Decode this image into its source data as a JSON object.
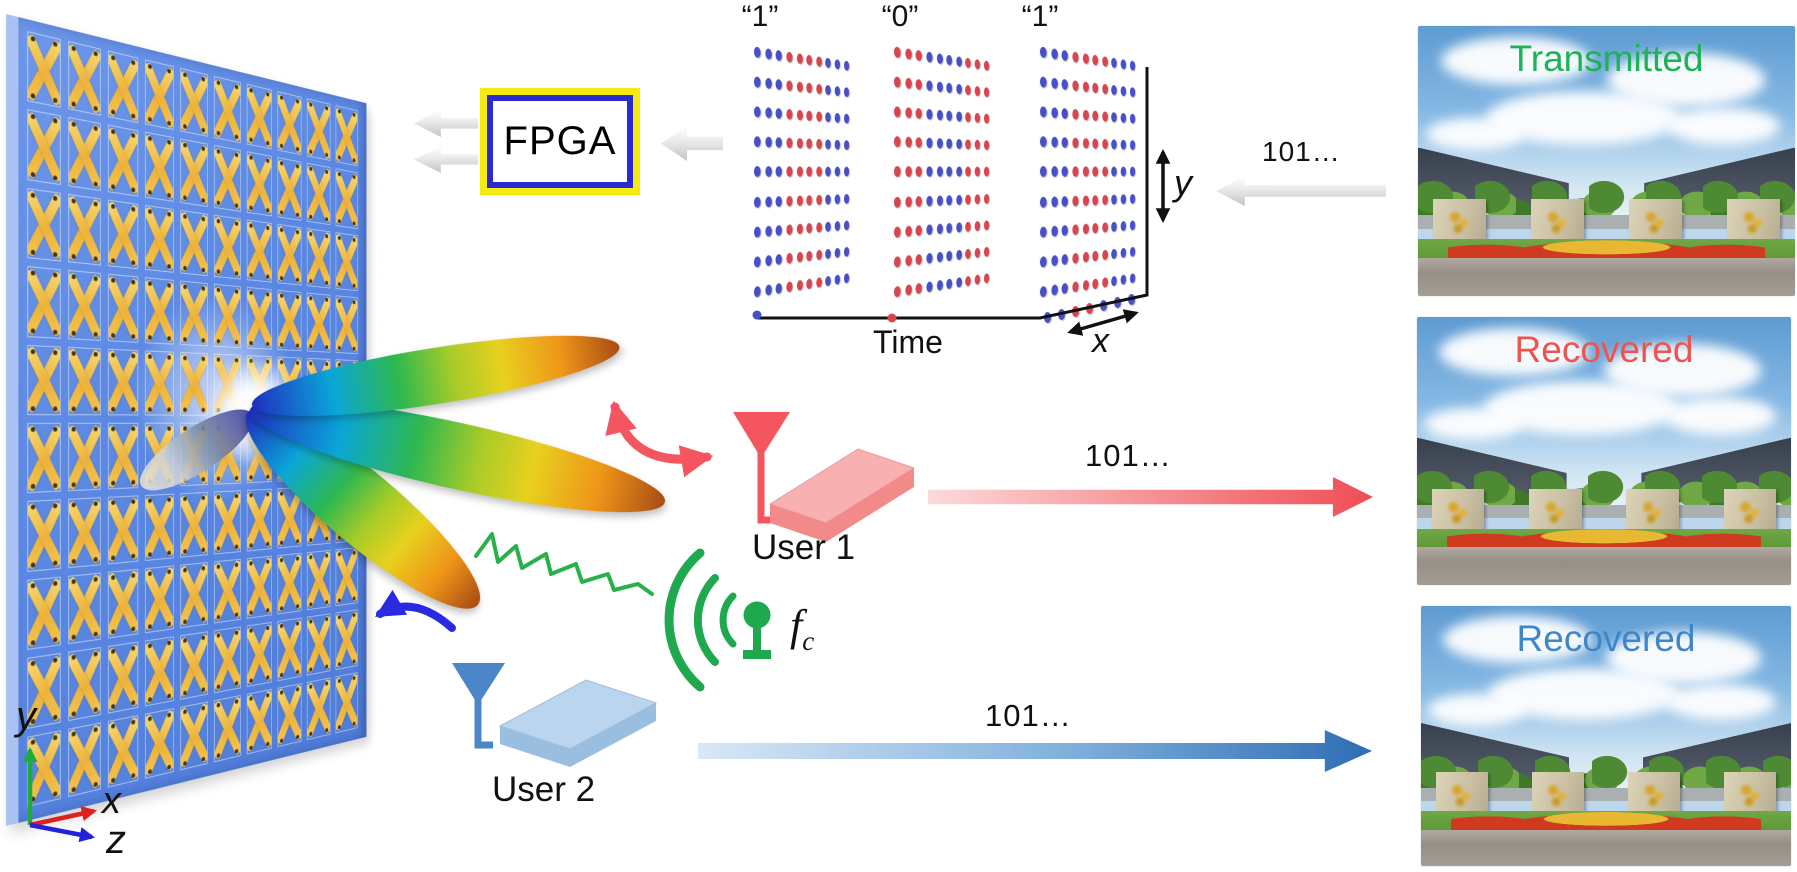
{
  "figure": {
    "background": "#ffffff"
  },
  "metasurface": {
    "name": "programmable metasurface",
    "rows": 10,
    "cols": 10,
    "board_color": "#5a87e2",
    "cell_x_color": "#f1c24f"
  },
  "fpga": {
    "label": "FPGA",
    "outer_border": "#f4ea12",
    "inner_border": "#2a2ad0"
  },
  "bit_plot": {
    "frames": [
      {
        "label": "“1”",
        "pattern": [
          "BBBRRRRBBB",
          "BBBRRRRBBB",
          "BBBRRRRBBB",
          "BBBRRRRBBB",
          "BBBRRRRBBB",
          "BBBRRRRBBB",
          "BBBRRRRBBB",
          "BBBRRRRBBB",
          "BBBRRRRBBB"
        ]
      },
      {
        "label": "“0”",
        "pattern": [
          "RRRBBBBRRR",
          "RRRBBBBRRR",
          "RRRBBBBRRR",
          "RRRBBBBRRR",
          "RRRBBBBRRR",
          "RRRBBBBRRR",
          "RRRBBBBRRR",
          "RRRBBBBRRR",
          "RRRBBBBRRR"
        ]
      },
      {
        "label": "“1”",
        "pattern": [
          "BBBRRRRBBB",
          "BBBRRRRBBB",
          "BBBRRRRBBB",
          "BBBRRRRBBB",
          "BBBRRRRBBB",
          "BBBRRRRBBB",
          "BBBRRRRBBB",
          "BBBRRRRBBB",
          "BBBRRRRBBB"
        ]
      }
    ],
    "dot_colors": {
      "B": "#4850c8",
      "R": "#d8454e"
    },
    "axis_dots": "BBRRBBB",
    "axis": {
      "time": "Time",
      "x": "x",
      "y": "y"
    }
  },
  "streams": {
    "top": "101…",
    "user1": "101…",
    "user2": "101…"
  },
  "source": {
    "f": "f",
    "sub": "c"
  },
  "users": [
    {
      "label": "User 1",
      "color": "#f4555e"
    },
    {
      "label": "User 2",
      "color": "#4a86c8"
    }
  ],
  "images": [
    {
      "label": "Transmitted",
      "label_color": "#1db255"
    },
    {
      "label": "Recovered",
      "label_color": "#ef5350"
    },
    {
      "label": "Recovered",
      "label_color": "#3e86c8"
    }
  ],
  "axes3d": {
    "x": "x",
    "y": "y",
    "z": "z",
    "x_color": "#dd2020",
    "y_color": "#1faa3c",
    "z_color": "#2222dd"
  }
}
